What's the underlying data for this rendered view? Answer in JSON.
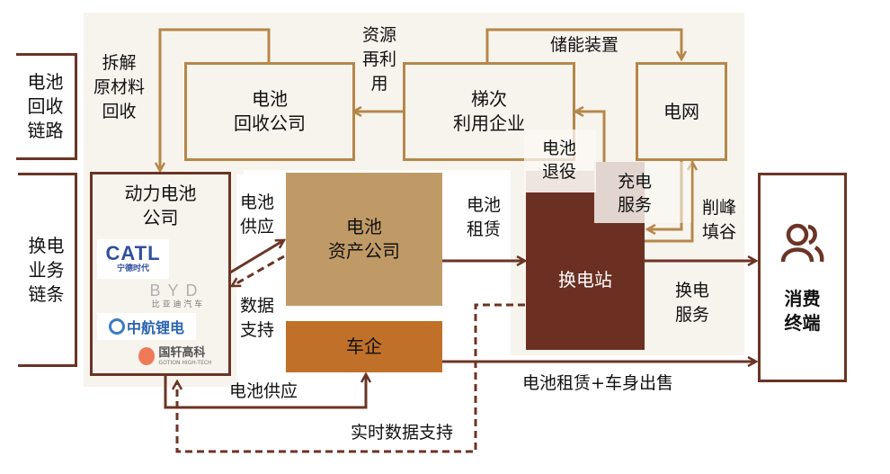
{
  "colors": {
    "gold": "#b5874a",
    "brown": "#6b3424",
    "tan_box": "#c09a66",
    "orange_box": "#c07028",
    "station": "#6b3022",
    "background_panel": "#f7f4ee"
  },
  "side_labels": {
    "recycle_chain": "电池\n回收\n链路",
    "swap_chain": "换电\n业务\n链条"
  },
  "nodes": {
    "recycle_company": "电池\n回收公司",
    "cascade_company": "梯次\n利用企业",
    "grid": "电网",
    "battery_company": "动力电池\n公司",
    "asset_company": "电池\n资产公司",
    "automaker": "车企",
    "swap_station": "换电站",
    "consumer": "消费\n终端"
  },
  "logos": {
    "catl": {
      "name": "CATL",
      "sub": "宁德时代"
    },
    "byd": {
      "name": "BYD",
      "sub": "比 亚 迪 汽 车"
    },
    "avic": {
      "name": "中航锂电"
    },
    "gotion": {
      "name": "国轩高科",
      "sub": "GOTION HIGH-TECH"
    }
  },
  "edge_labels": {
    "dismantle": "拆解\n原材料\n回收",
    "resource_reuse": "资源\n再利\n用",
    "storage": "储能装置",
    "retire": "电池\n退役",
    "charging": "充电\n服务",
    "peak_valley": "削峰\n填谷",
    "battery_supply_1": "电池\n供应",
    "data_support": "数据\n支持",
    "battery_lease": "电池\n租赁",
    "swap_service": "换电\n服务",
    "battery_supply_2": "电池供应",
    "realtime_data": "实时数据支持",
    "lease_and_sale": "电池租赁+车身出售"
  },
  "icons": {
    "consumer": "users-icon"
  }
}
